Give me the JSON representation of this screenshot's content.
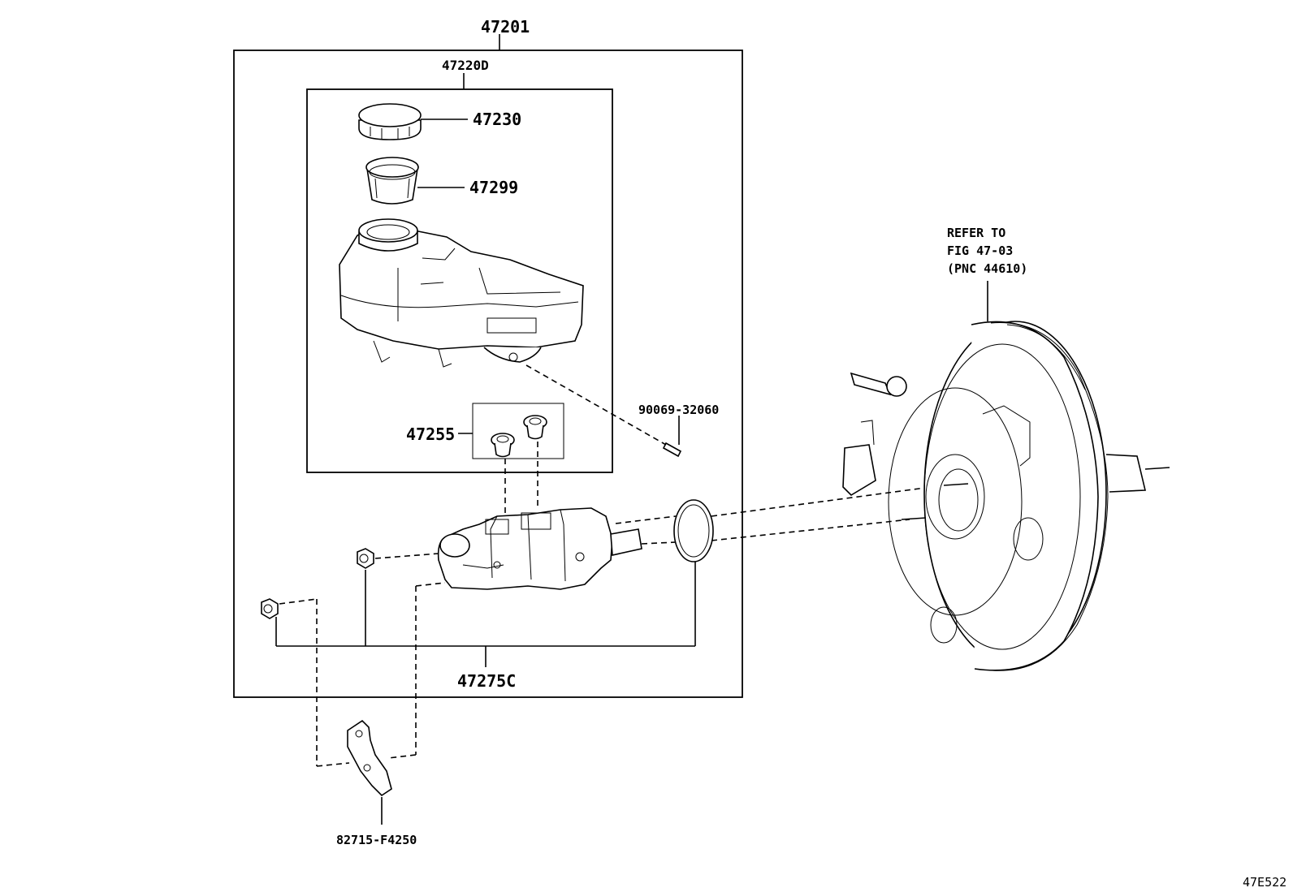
{
  "diagram": {
    "labels": {
      "assembly": "47201",
      "reservoir_sub": "47220D",
      "cap": "47230",
      "strainer": "47299",
      "grommet": "47255",
      "pin": "90069-32060",
      "nut_set": "47275C",
      "bracket": "82715-F4250",
      "refer_line1": "REFER TO",
      "refer_line2": "FIG 47-03",
      "refer_line3": "(PNC 44610)",
      "figure_code": "47E522"
    }
  }
}
